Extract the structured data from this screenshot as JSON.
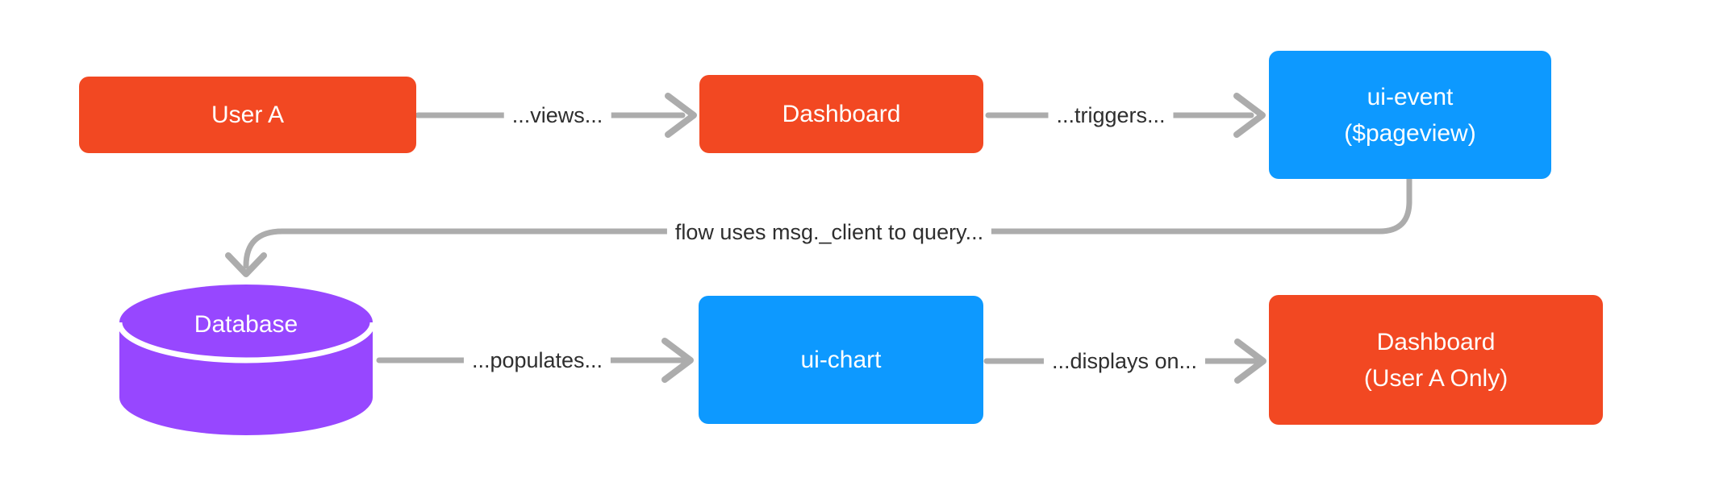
{
  "diagram": {
    "title": "User A dashboard pageview flow",
    "colors": {
      "orange": "#F24822",
      "blue": "#0D99FF",
      "purple": "#9747FF",
      "connector": "#ACACAC",
      "node_text": "#FFFFFF",
      "edge_label_text": "#2E2E2E",
      "background": "#FFFFFF"
    },
    "nodes": {
      "user_a": {
        "label": "User A",
        "shape": "rectangle",
        "color": "#F24822"
      },
      "dashboard": {
        "label": "Dashboard",
        "shape": "rectangle",
        "color": "#F24822"
      },
      "ui_event": {
        "label": "ui-event\n($pageview)",
        "shape": "rectangle",
        "color": "#0D99FF"
      },
      "database": {
        "label": "Database",
        "shape": "cylinder",
        "color": "#9747FF"
      },
      "ui_chart": {
        "label": "ui-chart",
        "shape": "rectangle",
        "color": "#0D99FF"
      },
      "dashboard_user_a": {
        "label": "Dashboard\n(User A Only)",
        "shape": "rectangle",
        "color": "#F24822"
      }
    },
    "edges": {
      "views": {
        "label": "...views...",
        "from": "user_a",
        "to": "dashboard"
      },
      "triggers": {
        "label": "...triggers...",
        "from": "dashboard",
        "to": "ui_event"
      },
      "query": {
        "label": "flow uses msg._client to query...",
        "from": "ui_event",
        "to": "database"
      },
      "populates": {
        "label": "...populates...",
        "from": "database",
        "to": "ui_chart"
      },
      "displays_on": {
        "label": "...displays on...",
        "from": "ui_chart",
        "to": "dashboard_user_a"
      }
    }
  }
}
